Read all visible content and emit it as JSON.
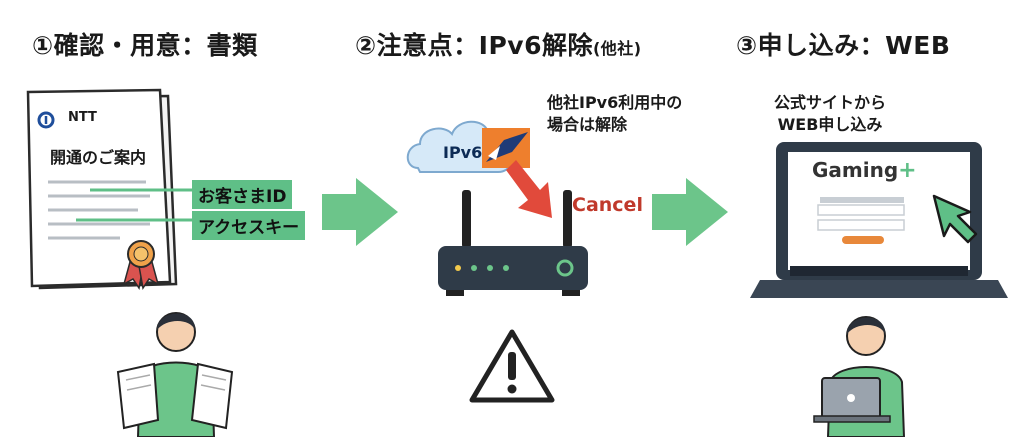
{
  "steps": [
    {
      "title": "①確認・用意：書類"
    },
    {
      "title": "②注意点：IPv6解除",
      "title_paren": "(他社)"
    },
    {
      "title": "③申し込み：WEB"
    }
  ],
  "document": {
    "logo_text": "NTT",
    "heading": "開通のご案内",
    "label_customer_id": "お客さまID",
    "label_access_key": "アクセスキー"
  },
  "router_step": {
    "caption_line1": "他社IPv6利用中の",
    "caption_line2": "場合は解除",
    "cloud_text": "IPv6",
    "cancel_text": "Cancel"
  },
  "web_step": {
    "caption_line1": "公式サイトから",
    "caption_line2": "WEB申し込み",
    "site_name": "Gaming",
    "site_plus": "+"
  },
  "icons": {
    "arrow": "arrow-right-icon",
    "warning": "warning-icon",
    "cursor": "cursor-icon",
    "router": "router-icon",
    "laptop": "laptop-icon",
    "badge": "award-ribbon-icon",
    "person_docs": "person-with-documents-icon",
    "person_laptop": "person-with-laptop-icon"
  },
  "colors": {
    "green_label": "#5fbf87",
    "arrow_green": "#6cc58a",
    "cancel_red": "#c0392b",
    "laptop_frame": "#2f3b48",
    "accent_orange": "#e8883a"
  }
}
